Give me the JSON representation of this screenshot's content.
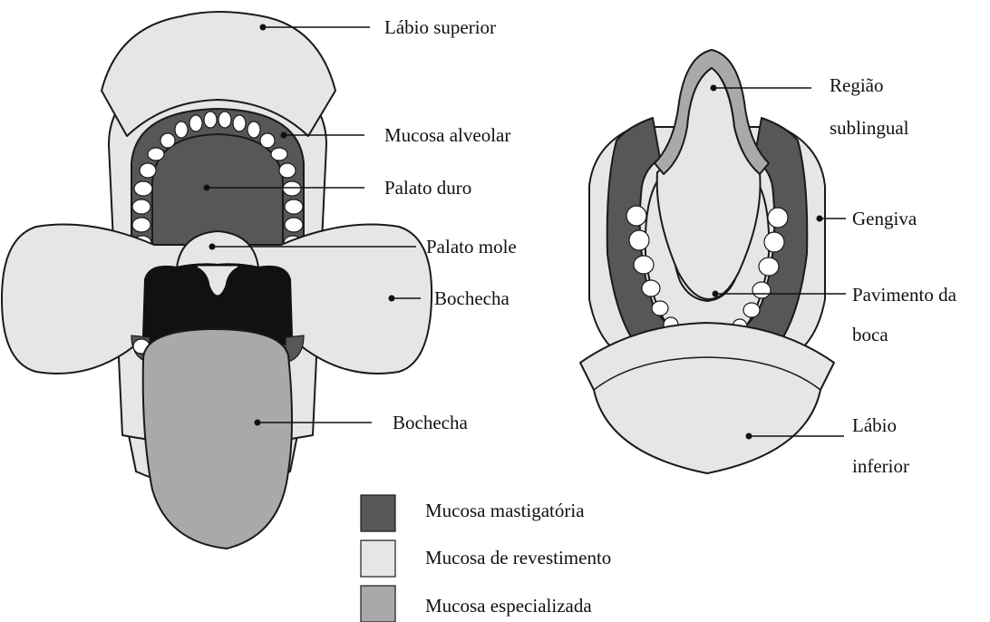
{
  "colors": {
    "masticatory": "#575757",
    "lining": "#e6e6e6",
    "specialized": "#a9a9a9",
    "dark": "#111111",
    "tooth": "#ffffff"
  },
  "labels": {
    "upper_lip": "Lábio superior",
    "alveolar_mucosa": "Mucosa alveolar",
    "hard_palate": "Palato duro",
    "soft_palate": "Palato mole",
    "cheek": "Bochecha",
    "tongue": "Bochecha",
    "sublingual_1": "Região",
    "sublingual_2": "sublingual",
    "gingiva": "Gengiva",
    "floor_1": "Pavimento da",
    "floor_2": "boca",
    "lower_lip_1": "Lábio",
    "lower_lip_2": "inferior"
  },
  "legend": [
    {
      "label": "Mucosa mastigatória",
      "color": "#575757"
    },
    {
      "label": "Mucosa de revestimento",
      "color": "#e6e6e6"
    },
    {
      "label": "Mucosa especializada",
      "color": "#a9a9a9"
    }
  ]
}
